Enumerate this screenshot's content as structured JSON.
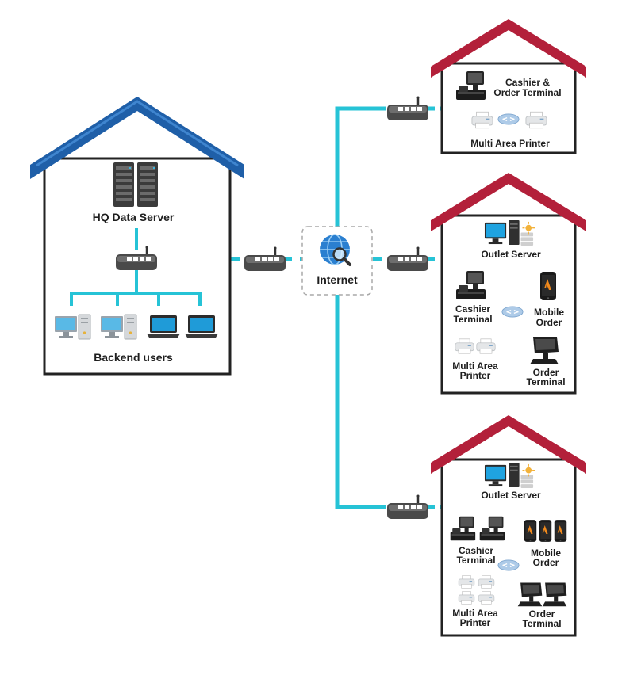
{
  "colors": {
    "hq_roof": "#1f5fa8",
    "outlet_roof": "#b3203a",
    "link": "#26c3d6",
    "house_border": "#222222"
  },
  "internet": {
    "label": "Internet",
    "icon": "globe-search-icon"
  },
  "hq": {
    "server_label": "HQ Data Server",
    "users_label": "Backend users",
    "icons": [
      "server-rack-icon",
      "router-icon",
      "desktop-icon",
      "laptop-icon"
    ]
  },
  "outlet1": {
    "terminal_label_1": "Cashier  &",
    "terminal_label_2": "Order Terminal",
    "printer_label": "Multi Area Printer",
    "icons": [
      "pos-terminal-icon",
      "printer-icon",
      "hub-icon"
    ]
  },
  "outlet2": {
    "server_label": "Outlet Server",
    "cashier_1": "Cashier",
    "cashier_2": "Terminal",
    "mobile_1": "Mobile",
    "mobile_2": "Order",
    "printer_1": "Multi Area",
    "printer_2": "Printer",
    "order_1": "Order",
    "order_2": "Terminal",
    "icons": [
      "desktop-server-icon",
      "pos-terminal-icon",
      "smartphone-icon",
      "printer-icon",
      "order-terminal-icon"
    ]
  },
  "outlet3": {
    "server_label": "Outlet Server",
    "cashier_1": "Cashier",
    "cashier_2": "Terminal",
    "mobile_1": "Mobile",
    "mobile_2": "Order",
    "printer_1": "Multi Area",
    "printer_2": "Printer",
    "order_1": "Order",
    "order_2": "Terminal",
    "icons": [
      "desktop-server-icon",
      "pos-terminal-icon",
      "smartphone-icon",
      "printer-icon",
      "order-terminal-icon"
    ]
  }
}
